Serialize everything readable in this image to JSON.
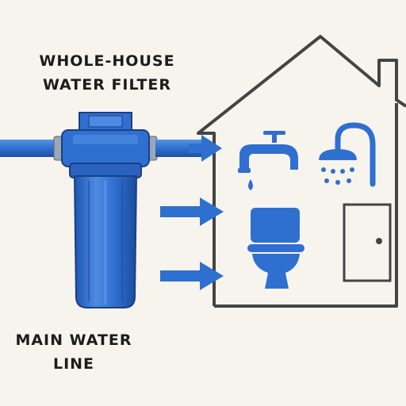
{
  "labels": {
    "filter_line1": "WHOLE-HOUSE",
    "filter_line2": "WATER FILTER",
    "main_line1": "MAIN WATER",
    "main_line2": "LINE"
  },
  "icons": [
    "water-filter-icon",
    "faucet-icon",
    "shower-icon",
    "toilet-icon",
    "door-icon",
    "house-outline-icon",
    "arrow-right-icon"
  ],
  "colors": {
    "background": "#f7f4ee",
    "blue": "#2f6fd0",
    "blue_dark": "#1f4fa0",
    "outline": "#444444",
    "text": "#1c1c1c"
  }
}
